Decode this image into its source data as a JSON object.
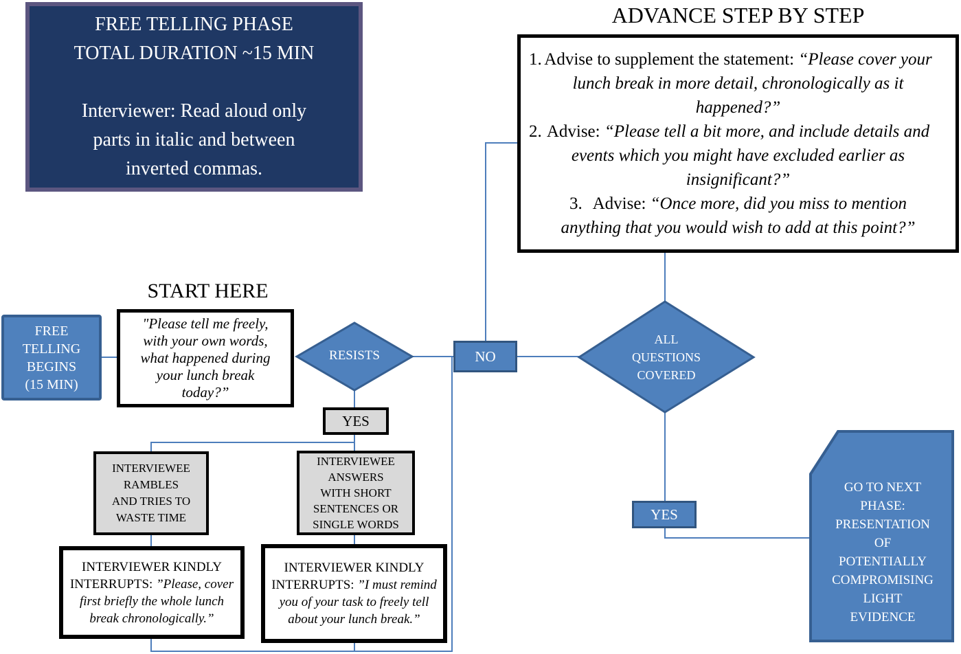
{
  "colors": {
    "accent_blue": "#4f81bd",
    "accent_blue_dark": "#365f91",
    "navy_fill": "#1f3864",
    "purple_border": "#5c5680",
    "box_gray": "#d9d9d9",
    "connector_blue": "#4d7dbb"
  },
  "intro_box": {
    "lines": [
      "FREE TELLING PHASE",
      "TOTAL DURATION ~15 MIN",
      "",
      "Interviewer: Read aloud only",
      "parts in italic and between",
      "inverted commas."
    ]
  },
  "advance": {
    "title": "ADVANCE STEP BY STEP",
    "items": [
      {
        "num": "1.",
        "lead": "Advise to supplement  the statement:",
        "quote": "“Please cover your lunch break in more detail, chronologically as it happened?”"
      },
      {
        "num": "2.",
        "lead": "Advise:",
        "quote": "“Please tell a bit more, and include details and events which you might have excluded earlier as insignificant?”"
      },
      {
        "num": "3.",
        "lead": "Advise:",
        "quote": "“Once more, did you miss to mention anything that you would wish to add at this point?”"
      }
    ]
  },
  "start": {
    "title": "START HERE",
    "begin_lines": [
      "FREE",
      "TELLING",
      "BEGINS",
      "(15 MIN)"
    ],
    "prompt_lines": [
      "\"Please tell me freely,",
      "with your own words,",
      "what happened during",
      "your lunch break",
      "today?”"
    ]
  },
  "decisions": {
    "resists": "RESISTS",
    "all_questions_lines": [
      "ALL",
      "QUESTIONS",
      "COVERED"
    ]
  },
  "labels": {
    "no": "NO",
    "yes_left": "YES",
    "yes_right": "YES"
  },
  "branches": {
    "rambles_lines": [
      "INTERVIEWEE",
      "RAMBLES",
      "AND TRIES TO",
      "WASTE TIME"
    ],
    "short_answer_lines": [
      "INTERVIEWEE",
      "ANSWERS",
      "WITH SHORT",
      "SENTENCES OR",
      "SINGLE WORDS"
    ],
    "interrupt_left": {
      "lead": "INTERVIEWER KINDLY INTERRUPTS:",
      "quote": "”Please, cover first briefly the whole lunch break chronologically.”"
    },
    "interrupt_right": {
      "lead": "INTERVIEWER KINDLY INTERRUPTS:",
      "quote": "”I must remind you of your task to freely tell about your lunch break.”"
    }
  },
  "next_phase": {
    "lines": [
      "GO TO NEXT",
      "PHASE:",
      "PRESENTATION",
      "OF",
      "POTENTIALLY",
      "COMPROMISING",
      "LIGHT",
      "EVIDENCE"
    ]
  }
}
